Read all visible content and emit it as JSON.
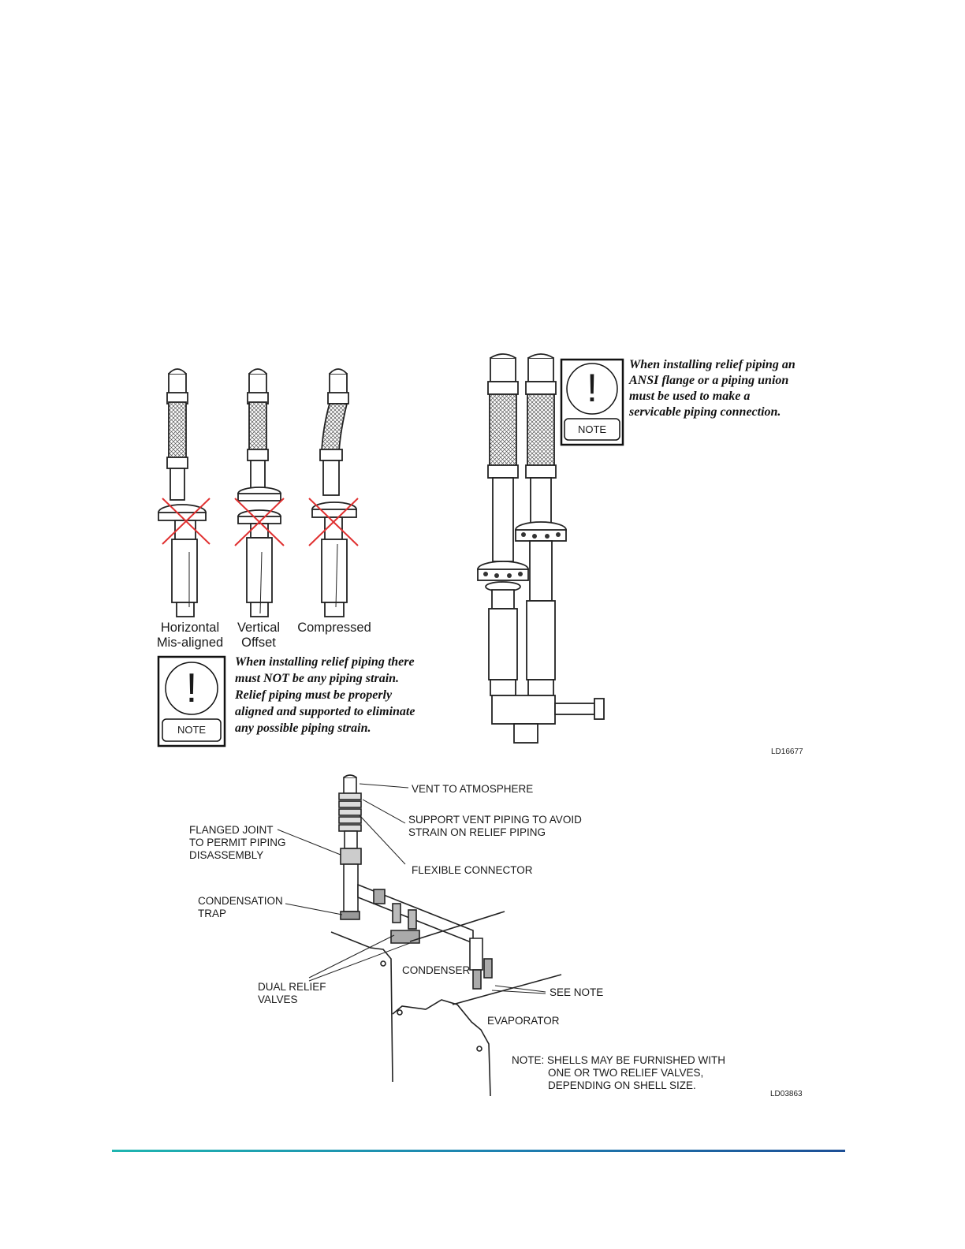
{
  "figure_top": {
    "captions": {
      "horizontal": [
        "Horizontal",
        "Mis-aligned"
      ],
      "vertical": [
        "Vertical",
        "Offset"
      ],
      "compressed": [
        "Compressed"
      ]
    },
    "note_label": "NOTE",
    "note_strain": [
      "When installing relief piping there",
      "must NOT be any piping strain.",
      "Relief piping must be properly",
      "aligned and supported to eliminate",
      "any possible piping strain."
    ],
    "note_flange": [
      "When installing relief piping an",
      "ANSI flange or a piping union",
      "must be used to make a",
      "servicable piping connection."
    ],
    "code": "LD16677"
  },
  "figure_bottom": {
    "labels": {
      "vent": "VENT TO ATMOSPHERE",
      "support": [
        "SUPPORT VENT PIPING TO AVOID",
        "STRAIN ON RELIEF PIPING"
      ],
      "flanged": [
        "FLANGED JOINT",
        "TO PERMIT PIPING",
        "DISASSEMBLY"
      ],
      "flexible": "FLEXIBLE CONNECTOR",
      "trap": [
        "CONDENSATION",
        "TRAP"
      ],
      "condenser": "CONDENSER",
      "see_note": "SEE NOTE",
      "dual": [
        "DUAL RELIEF",
        "VALVES"
      ],
      "evaporator": "EVAPORATOR",
      "note": [
        "NOTE: SHELLS MAY BE FURNISHED WITH",
        "ONE OR TWO RELIEF VALVES,",
        "DEPENDING ON SHELL SIZE."
      ]
    },
    "code": "LD03863"
  },
  "colors": {
    "cross": "#e03030",
    "footer_start": "#1fb5b0",
    "footer_end": "#1d4f96"
  }
}
